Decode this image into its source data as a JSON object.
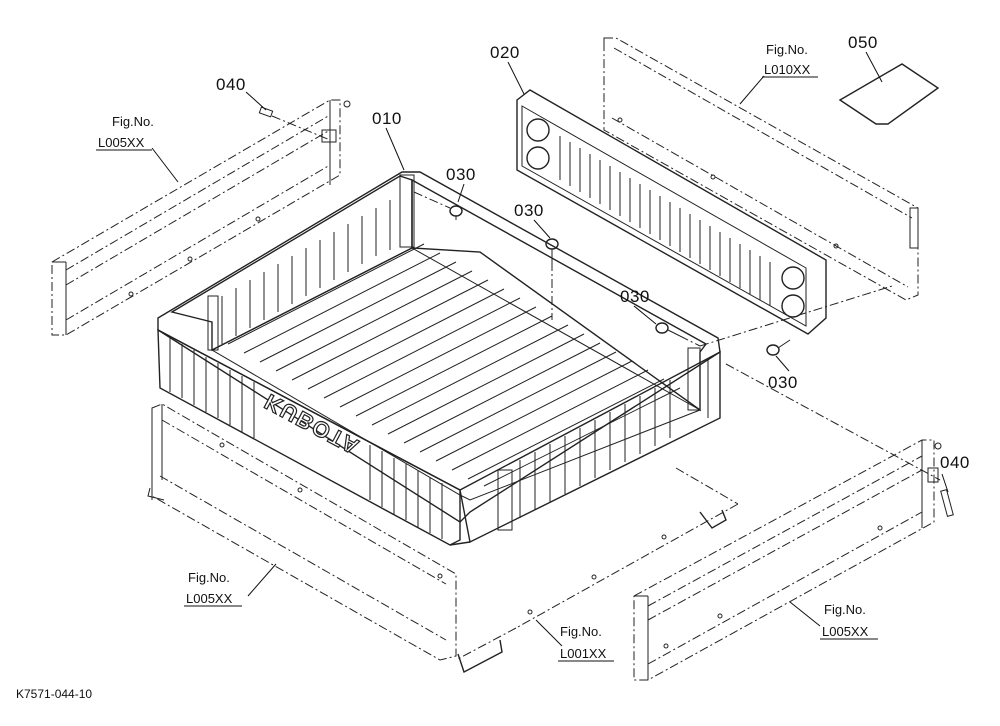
{
  "diagram_code": "K7571-044-10",
  "brand_text": "KUBOTA",
  "part_numbers": {
    "p010": "010",
    "p020": "020",
    "p030a": "030",
    "p030b": "030",
    "p030c": "030",
    "p030d": "030",
    "p040a": "040",
    "p040b": "040",
    "p050": "050"
  },
  "figure_refs": [
    {
      "title": "Fig.No.",
      "code": "L005XX"
    },
    {
      "title": "Fig.No.",
      "code": "L010XX"
    },
    {
      "title": "Fig.No.",
      "code": "L005XX"
    },
    {
      "title": "Fig.No.",
      "code": "L001XX"
    },
    {
      "title": "Fig.No.",
      "code": "L005XX"
    }
  ]
}
